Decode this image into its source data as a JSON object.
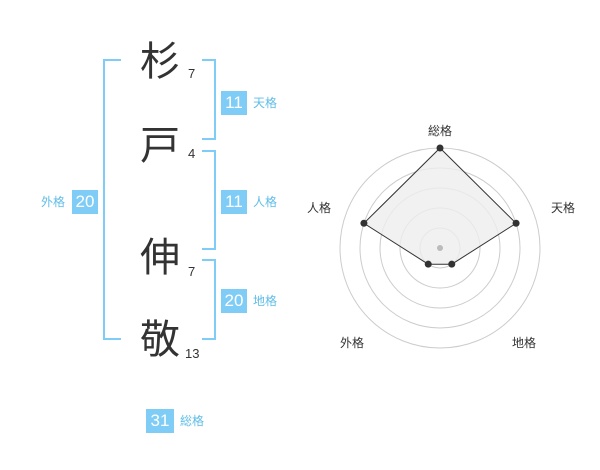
{
  "name": {
    "chars": [
      {
        "char": "杉",
        "strokes": "7"
      },
      {
        "char": "戸",
        "strokes": "4"
      },
      {
        "char": "伸",
        "strokes": "7"
      },
      {
        "char": "敬",
        "strokes": "13"
      }
    ]
  },
  "kakusu": {
    "tenkaku": {
      "value": "11",
      "label": "天格"
    },
    "jinkaku": {
      "value": "11",
      "label": "人格"
    },
    "chikaku": {
      "value": "20",
      "label": "地格"
    },
    "gaikaku": {
      "value": "20",
      "label": "外格"
    },
    "soukaku": {
      "value": "31",
      "label": "総格"
    }
  },
  "radar": {
    "labels": {
      "soukaku": "総格",
      "tenkaku": "天格",
      "chikaku": "地格",
      "gaikaku": "外格",
      "jinkaku": "人格"
    },
    "colors": {
      "grid": "#cccccc",
      "fill": "#eeeeee",
      "line": "#333333",
      "center": "#bbbbbb"
    }
  },
  "chart_data": {
    "type": "radar",
    "categories": [
      "総格",
      "天格",
      "地格",
      "外格",
      "人格"
    ],
    "values": [
      5,
      4,
      1,
      1,
      4
    ],
    "rlim": [
      0,
      5
    ]
  }
}
